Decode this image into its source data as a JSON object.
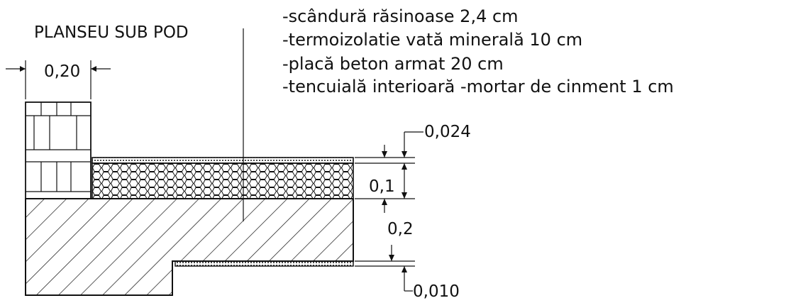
{
  "title": "PLANSEU SUB POD",
  "layers": [
    "-scândură răsinoase  2,4 cm",
    "-termoizolatie vată minerală  10 cm",
    "-placă beton armat  20 cm",
    "-tencuială interioară -mortar de cinment  1 cm"
  ],
  "dimensions": {
    "wall_width": "0,20",
    "board": "0,024",
    "insulation": "0,1",
    "slab": "0,2",
    "plaster": "0,010"
  }
}
